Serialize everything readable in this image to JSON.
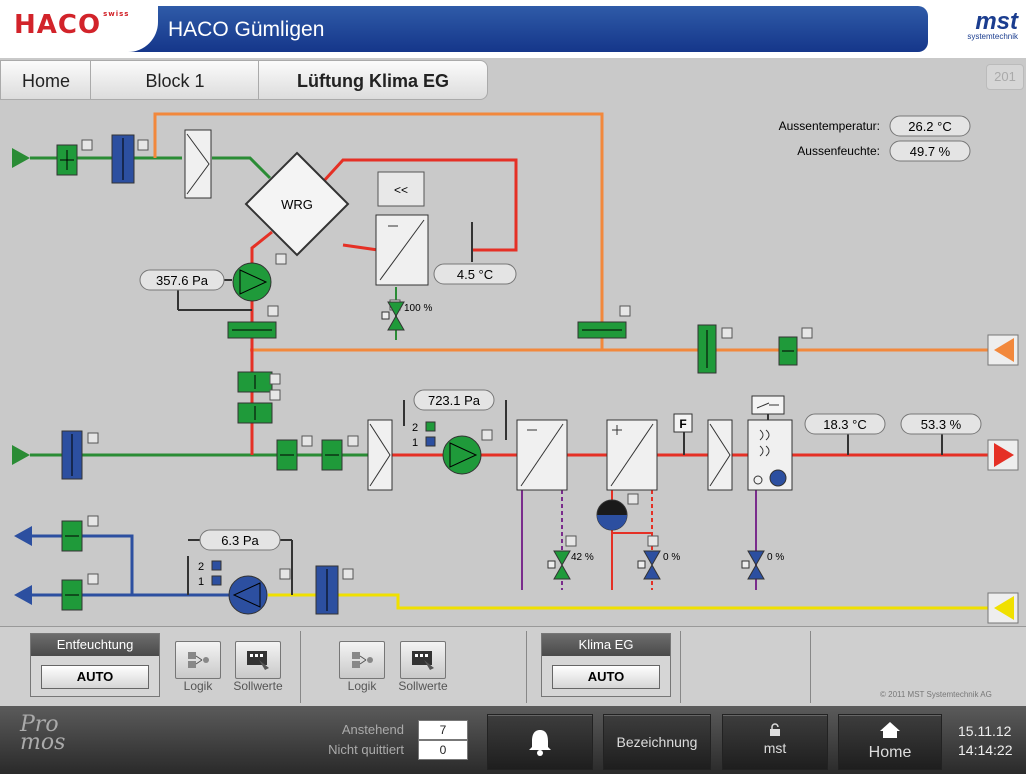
{
  "header": {
    "app_title": "HACO Gümligen",
    "logo_left": "HACO",
    "logo_left_sub": "swiss",
    "logo_right": "mst",
    "logo_right_sub": "systemtechnik"
  },
  "breadcrumb": {
    "items": [
      "Home",
      "Block 1",
      "Lüftung Klima EG"
    ]
  },
  "page_number": "201",
  "readouts": {
    "outside_temp_label": "Aussentemperatur:",
    "outside_temp": "26.2 °C",
    "outside_hum_label": "Aussenfeuchte:",
    "outside_hum": "49.7 %",
    "wrg_label": "WRG",
    "wrg_button": "<<",
    "wrg_pressure": "357.6 Pa",
    "cooler_temp": "4.5 °C",
    "wrg_valve": "100 %",
    "supply_pressure": "723.1 Pa",
    "filter_label": "F",
    "supply_temp": "18.3 °C",
    "supply_hum": "53.3 %",
    "valve_cool": "42 %",
    "valve_heat": "0 %",
    "valve_humid": "0 %",
    "exhaust_pressure": "6.3 Pa",
    "stage2": "2",
    "stage1": "1",
    "fan2_stage2": "2",
    "fan2_stage1": "1"
  },
  "controls": {
    "box1_title": "Entfeuchtung",
    "box1_mode": "AUTO",
    "box2_title": "Klima EG",
    "box2_mode": "AUTO",
    "logik_label": "Logik",
    "sollwerte_label": "Sollwerte"
  },
  "copyright": "© 2011 MST Systemtechnik AG",
  "footer": {
    "brand_top": "Pro",
    "brand_bottom": "mos",
    "pending_label": "Anstehend",
    "pending_value": "7",
    "unacked_label": "Nicht quittiert",
    "unacked_value": "0",
    "desc_button": "Bezeichnung",
    "user_button": "mst",
    "home_button": "Home",
    "date": "15.11.12",
    "time": "14:14:22"
  },
  "colors": {
    "fresh_air": "#2a8c35",
    "supply_air": "#e53025",
    "extract_air": "#f2883c",
    "exhaust_air": "#2c4fa0",
    "yellow_air": "#f0e000",
    "damper_green": "#1f9a3a",
    "damper_blue": "#2c4fa0"
  }
}
